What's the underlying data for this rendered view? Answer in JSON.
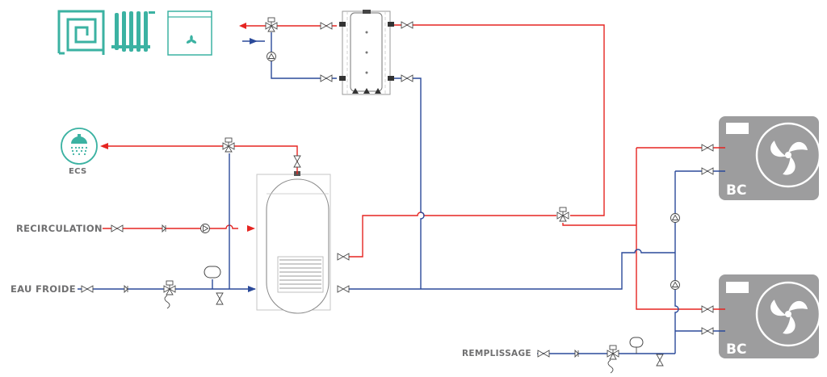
{
  "labels": {
    "ecs": "ECS",
    "recirculation": "RECIRCULATION",
    "eau_froide": "EAU FROIDE",
    "remplissage": "REMPLISSAGE",
    "bc_top": "BC",
    "bc_bottom": "BC"
  },
  "colors": {
    "hot_pipe": "#e52521",
    "cold_pipe": "#2b4a9a",
    "emitter_teal": "#3bb2a2",
    "heat_pump_gray": "#9d9d9e",
    "label_gray": "#6f6f70"
  },
  "icons": {
    "underfloor": "underfloor-heating-icon",
    "radiator": "radiator-icon",
    "fan_coil": "fan-coil-icon",
    "shower": "shower-icon",
    "heat_pump_fan": "fan-icon"
  }
}
